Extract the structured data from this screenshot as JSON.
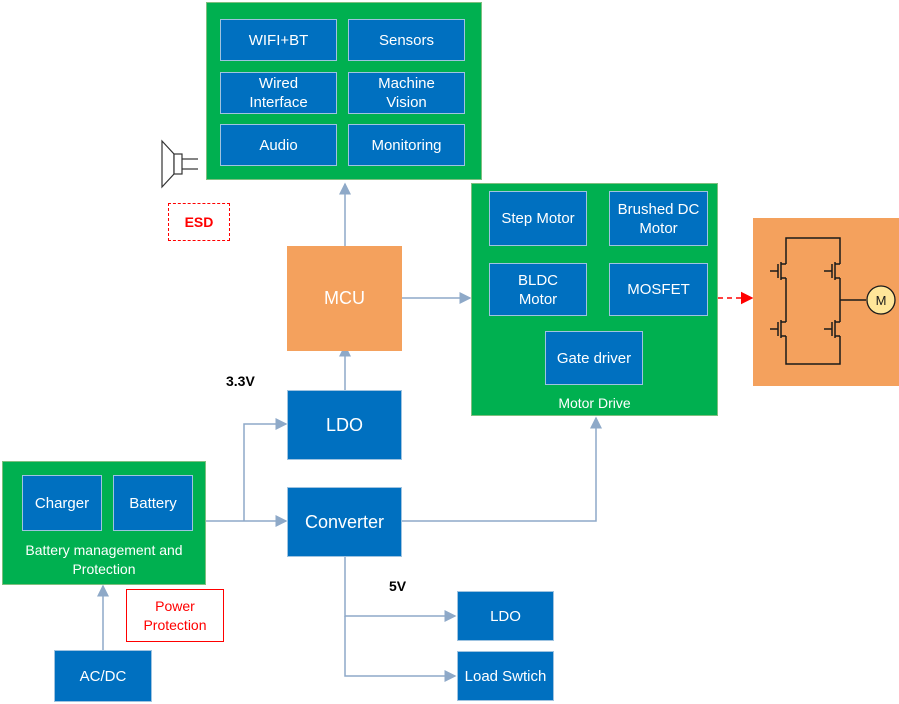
{
  "connectivity": {
    "blocks": [
      "WIFI+BT",
      "Sensors",
      "Wired\nInterface",
      "Machine\nVision",
      "Audio",
      "Monitoring"
    ]
  },
  "esd": "ESD",
  "mcu": "MCU",
  "ldo_top": "LDO",
  "voltage_33": "3.3V",
  "converter": "Converter",
  "voltage_5": "5V",
  "ldo_bottom": "LDO",
  "load_switch": "Load Swtich",
  "battery_mgmt": {
    "charger": "Charger",
    "battery": "Battery",
    "label": "Battery management and\nProtection"
  },
  "power_protection": "Power\nProtection",
  "acdc": "AC/DC",
  "motor_drive": {
    "label": "Motor Drive",
    "step_motor": "Step Motor",
    "brushed_dc": "Brushed DC\nMotor",
    "bldc": "BLDC\nMotor",
    "mosfet": "MOSFET",
    "gate_driver": "Gate driver"
  },
  "motor_symbol": "M",
  "colors": {
    "green": "#00b050",
    "blue": "#0070c0",
    "orange": "#f4a15d",
    "arrow": "#8ea9c8",
    "alert_red": "#ff0000"
  }
}
